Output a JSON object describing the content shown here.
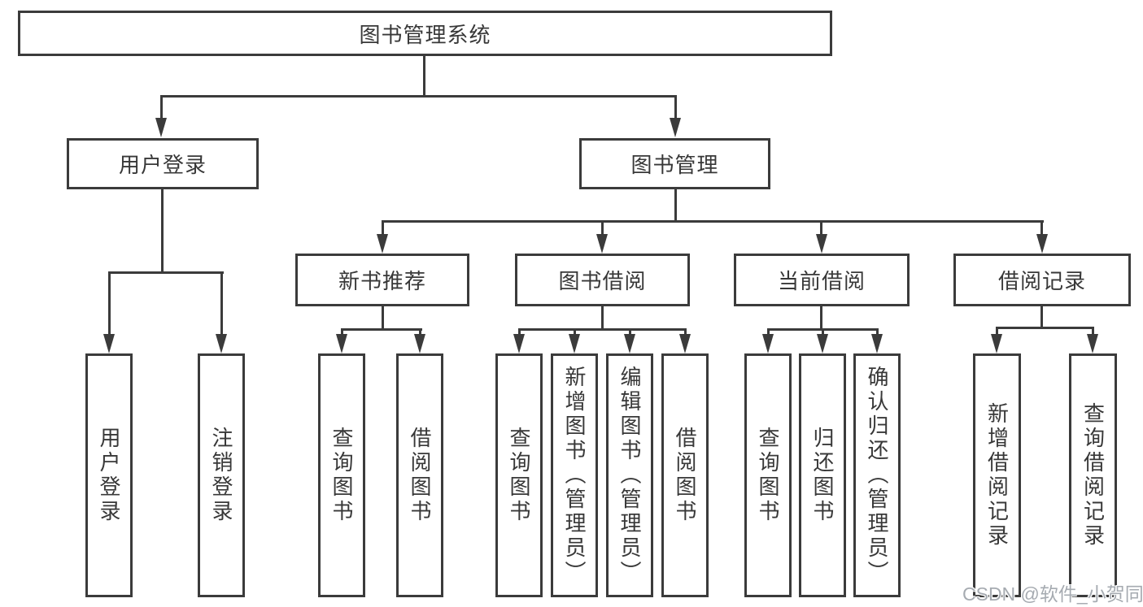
{
  "diagram": {
    "type": "tree",
    "title": "图书管理系统",
    "watermark": "CSDN @软件_小贺同学",
    "colors": {
      "line": "#3b3b3b",
      "text": "#383838",
      "background": "#ffffff",
      "watermark": "#a6abb1"
    },
    "tree": {
      "label": "图书管理系统",
      "children": [
        {
          "label": "用户登录",
          "children": [
            {
              "label": "用户登录"
            },
            {
              "label": "注销登录"
            }
          ]
        },
        {
          "label": "图书管理",
          "children": [
            {
              "label": "新书推荐",
              "children": [
                {
                  "label": "查询图书"
                },
                {
                  "label": "借阅图书"
                }
              ]
            },
            {
              "label": "图书借阅",
              "children": [
                {
                  "label": "查询图书"
                },
                {
                  "label": "新增图书（管理员）"
                },
                {
                  "label": "编辑图书（管理员）"
                },
                {
                  "label": "借阅图书"
                }
              ]
            },
            {
              "label": "当前借阅",
              "children": [
                {
                  "label": "查询图书"
                },
                {
                  "label": "归还图书"
                },
                {
                  "label": "确认归还（管理员）"
                }
              ]
            },
            {
              "label": "借阅记录",
              "children": [
                {
                  "label": "新增借阅记录"
                },
                {
                  "label": "查询借阅记录"
                }
              ]
            }
          ]
        }
      ]
    }
  }
}
